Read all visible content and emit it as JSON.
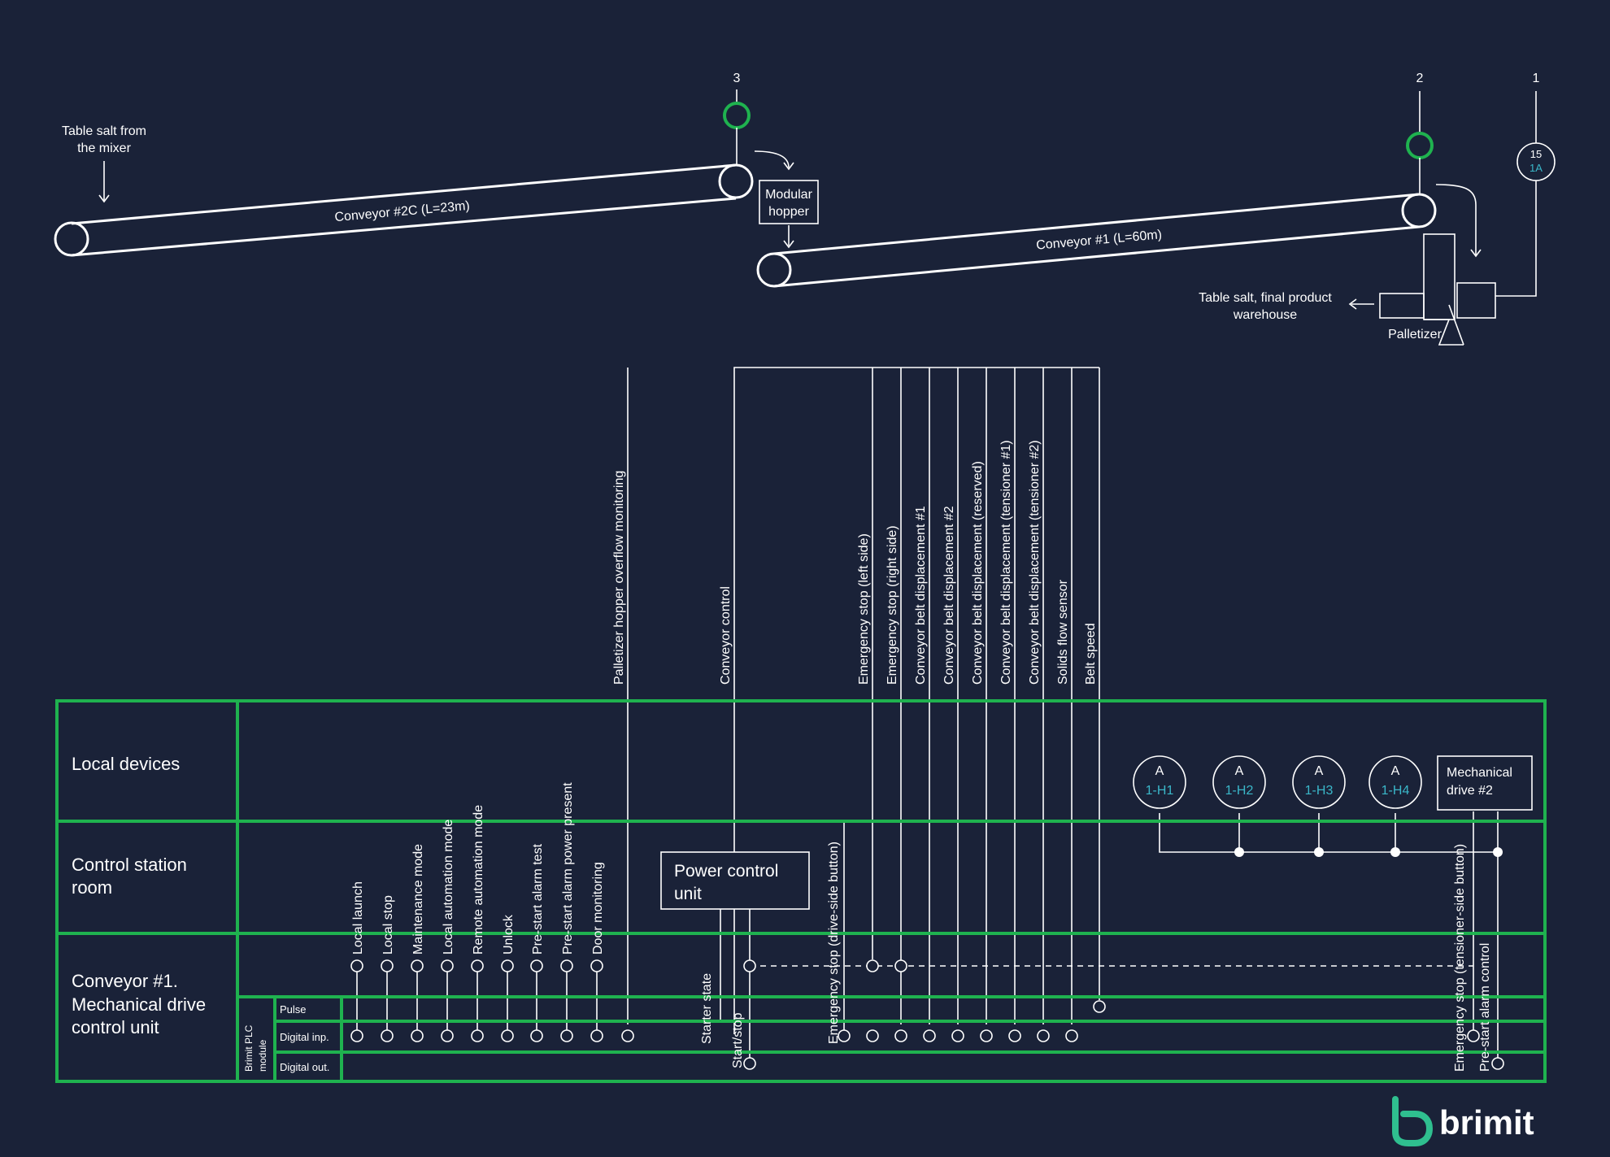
{
  "top": {
    "source_label": [
      "Table salt from",
      "the mixer"
    ],
    "conveyor_2c": "Conveyor #2C (L=23m)",
    "conveyor_1": "Conveyor #1 (L=60m)",
    "hopper": [
      "Modular",
      "hopper"
    ],
    "warehouse": [
      "Table salt, final product",
      "warehouse"
    ],
    "palletizer": "Palletizer",
    "markers": [
      "3",
      "2",
      "1"
    ],
    "badge": [
      "15",
      "1A"
    ]
  },
  "rows": {
    "local_devices": [
      "Local devices"
    ],
    "control_station": [
      "Control station",
      "room"
    ],
    "conveyor_unit": [
      "Conveyor #1.",
      "Mechanical drive",
      "control unit"
    ],
    "plc_module": [
      "Brimit PLC",
      "module"
    ],
    "sub": [
      "Pulse",
      "Digital inp.",
      "Digital out."
    ]
  },
  "power_control": [
    "Power control",
    "unit"
  ],
  "mech_drive": [
    "Mechanical",
    "drive #2"
  ],
  "heaters": [
    {
      "a": "A",
      "id": "1-H1"
    },
    {
      "a": "A",
      "id": "1-H2"
    },
    {
      "a": "A",
      "id": "1-H3"
    },
    {
      "a": "A",
      "id": "1-H4"
    }
  ],
  "station_signals": [
    "Local launch",
    "Local stop",
    "Maintenance mode",
    "Local automation mode",
    "Remote automation mode",
    "Unlock",
    "Pre-start alarm test",
    "Pre-start alarm power present",
    "Door monitoring"
  ],
  "top_signals": [
    "Palletizer hopper overflow monitoring",
    "Conveyor control",
    "Emergency stop (left side)",
    "Emergency stop (right side)",
    "Conveyor belt displacement #1",
    "Conveyor belt displacement #2",
    "Conveyor belt displacement (reserved)",
    "Conveyor belt displacement (tensioner #1)",
    "Conveyor belt displacement (tensioner #2)",
    "Solids flow sensor",
    "Belt speed"
  ],
  "unit_signals": {
    "starter_state": "Starter state",
    "start_stop": "Start/stop",
    "estop_drive": "Emergency stop (drive-side button)",
    "estop_tensioner": "Emergency stop (tensioner-side button)",
    "prestart_alarm": "Pre-start alarm control"
  },
  "logo": "brimit",
  "colors": {
    "background": "#1a2238",
    "grid": "#1fb24f",
    "accent": "#3ab7c9",
    "line": "#ffffff"
  }
}
